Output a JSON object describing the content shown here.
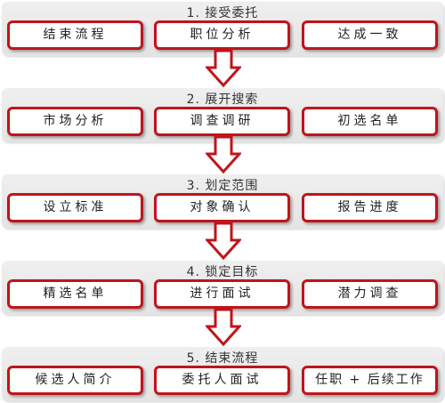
{
  "stages": [
    {
      "title": "1. 接受委托",
      "steps": [
        "结束流程",
        "职位分析",
        "达成一致"
      ]
    },
    {
      "title": "2. 展开搜索",
      "steps": [
        "市场分析",
        "调查调研",
        "初选名单"
      ]
    },
    {
      "title": "3. 划定范围",
      "steps": [
        "设立标准",
        "对象确认",
        "报告进度"
      ]
    },
    {
      "title": "4. 锁定目标",
      "steps": [
        "精选名单",
        "进行面试",
        "潜力调查"
      ]
    },
    {
      "title": "5. 结束流程",
      "steps": [
        "候选人简介",
        "委托人面试",
        "任职 + 后续工作"
      ]
    }
  ],
  "colors": {
    "accent": "#c0141b",
    "panel": "#e8e8e8"
  }
}
